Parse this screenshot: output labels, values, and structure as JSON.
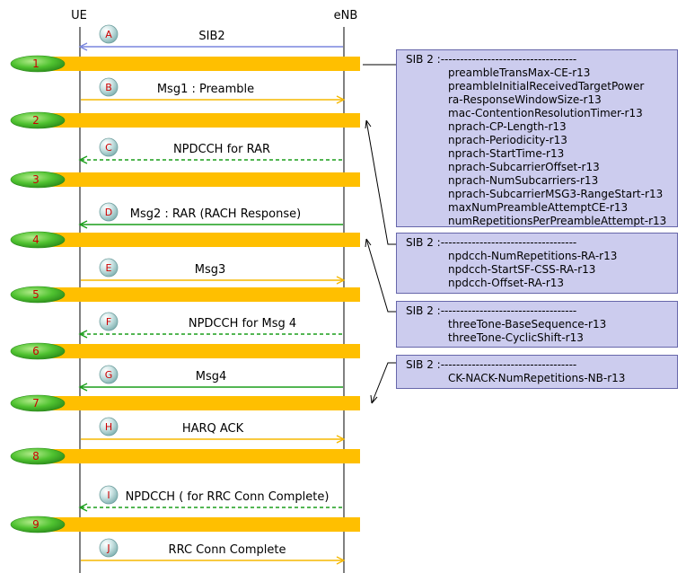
{
  "lifelines": {
    "ue": "UE",
    "enb": "eNB"
  },
  "colors": {
    "bar_fill": "#ffbf00",
    "bar_cap": "#3fae2a",
    "bar_number": "#cc0000",
    "blue_arrow": "#7a86dd",
    "yellow_arrow": "#f5b800",
    "green_arrow": "#1a9e1a",
    "note_fill": "#ccccee",
    "note_border": "#6666aa",
    "circle_fill": "#9fc9c9",
    "circle_text": "#cc0000"
  },
  "steps": [
    {
      "bar": "1"
    },
    {
      "bar": "2"
    },
    {
      "bar": "3"
    },
    {
      "bar": "4"
    },
    {
      "bar": "5"
    },
    {
      "bar": "6"
    },
    {
      "bar": "7"
    },
    {
      "bar": "8"
    },
    {
      "bar": "9"
    }
  ],
  "messages": [
    {
      "marker": "A",
      "label": "SIB2",
      "direction": "to-ue",
      "style": "solid",
      "color": "blue"
    },
    {
      "marker": "B",
      "label": "Msg1 : Preamble",
      "direction": "to-enb",
      "style": "solid",
      "color": "yellow"
    },
    {
      "marker": "C",
      "label": "NPDCCH for RAR",
      "direction": "to-ue",
      "style": "dashed",
      "color": "green"
    },
    {
      "marker": "D",
      "label": "Msg2 : RAR (RACH Response)",
      "direction": "to-ue",
      "style": "solid",
      "color": "green"
    },
    {
      "marker": "E",
      "label": "Msg3",
      "direction": "to-enb",
      "style": "solid",
      "color": "yellow"
    },
    {
      "marker": "F",
      "label": "NPDCCH for Msg 4",
      "direction": "to-ue",
      "style": "dashed",
      "color": "green"
    },
    {
      "marker": "G",
      "label": "Msg4",
      "direction": "to-ue",
      "style": "solid",
      "color": "green"
    },
    {
      "marker": "H",
      "label": "HARQ ACK",
      "direction": "to-enb",
      "style": "solid",
      "color": "yellow"
    },
    {
      "marker": "I",
      "label": "NPDCCH ( for RRC Conn Complete)",
      "direction": "to-ue",
      "style": "dashed",
      "color": "green"
    },
    {
      "marker": "J",
      "label": "RRC Conn Complete",
      "direction": "to-enb",
      "style": "solid",
      "color": "yellow"
    }
  ],
  "notes": [
    {
      "header": "SIB 2 :-----------------------------------",
      "items": [
        "preambleTransMax-CE-r13",
        "preambleInitialReceivedTargetPower",
        "ra-ResponseWindowSize-r13",
        "mac-ContentionResolutionTimer-r13",
        "nprach-CP-Length-r13",
        "nprach-Periodicity-r13",
        "nprach-StartTime-r13",
        "nprach-SubcarrierOffset-r13",
        "nprach-NumSubcarriers-r13",
        "nprach-SubcarrierMSG3-RangeStart-r13",
        "maxNumPreambleAttemptCE-r13",
        "numRepetitionsPerPreambleAttempt-r13"
      ]
    },
    {
      "header": "SIB 2 :-----------------------------------",
      "items": [
        "npdcch-NumRepetitions-RA-r13",
        "npdcch-StartSF-CSS-RA-r13",
        "npdcch-Offset-RA-r13"
      ]
    },
    {
      "header": "SIB 2 :-----------------------------------",
      "items": [
        "threeTone-BaseSequence-r13",
        "threeTone-CyclicShift-r13"
      ]
    },
    {
      "header": "SIB 2 :-----------------------------------",
      "items": [
        "CK-NACK-NumRepetitions-NB-r13"
      ]
    }
  ]
}
